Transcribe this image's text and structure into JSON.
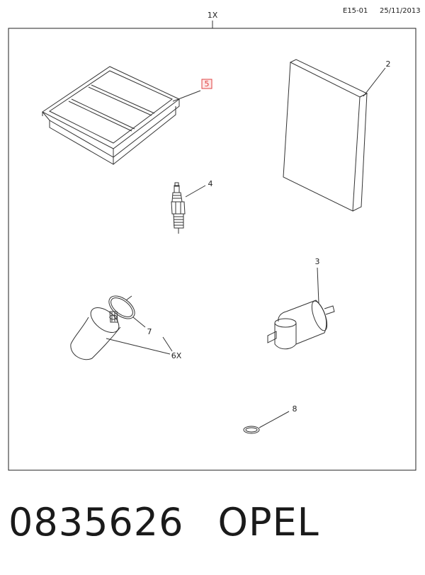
{
  "header": {
    "code": "E15-01",
    "date": "25/11/2013"
  },
  "assembly_qty": "1X",
  "callouts": {
    "air_filter": "5",
    "cabin_filter": "2",
    "spark_plug": "4",
    "fuel_filter": "3",
    "oil_filter_seal": "7",
    "oil_filter": "6X",
    "washer": "8"
  },
  "highlight_color": "#e04040",
  "footer": {
    "part_number": "0835626",
    "brand": "OPEL"
  }
}
